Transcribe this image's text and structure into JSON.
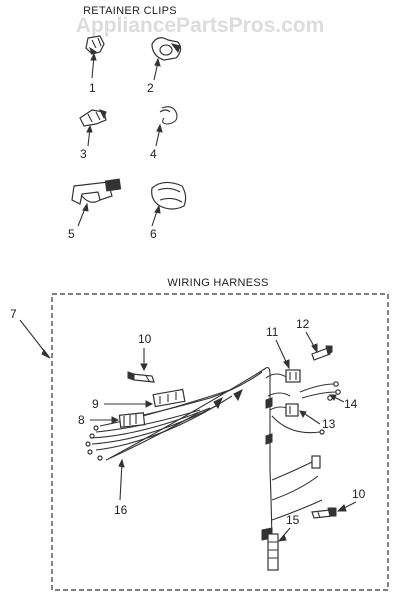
{
  "watermark": "AppliancePartsPros.com",
  "sections": {
    "retainer_clips": "RETAINER CLIPS",
    "wiring_harness": "WIRING HARNESS"
  },
  "callouts": {
    "c1": "1",
    "c2": "2",
    "c3": "3",
    "c4": "4",
    "c5": "5",
    "c6": "6",
    "c7": "7",
    "c8": "8",
    "c9": "9",
    "c10a": "10",
    "c10b": "10",
    "c11": "11",
    "c12": "12",
    "c13": "13",
    "c14": "14",
    "c15": "15",
    "c16": "16"
  }
}
